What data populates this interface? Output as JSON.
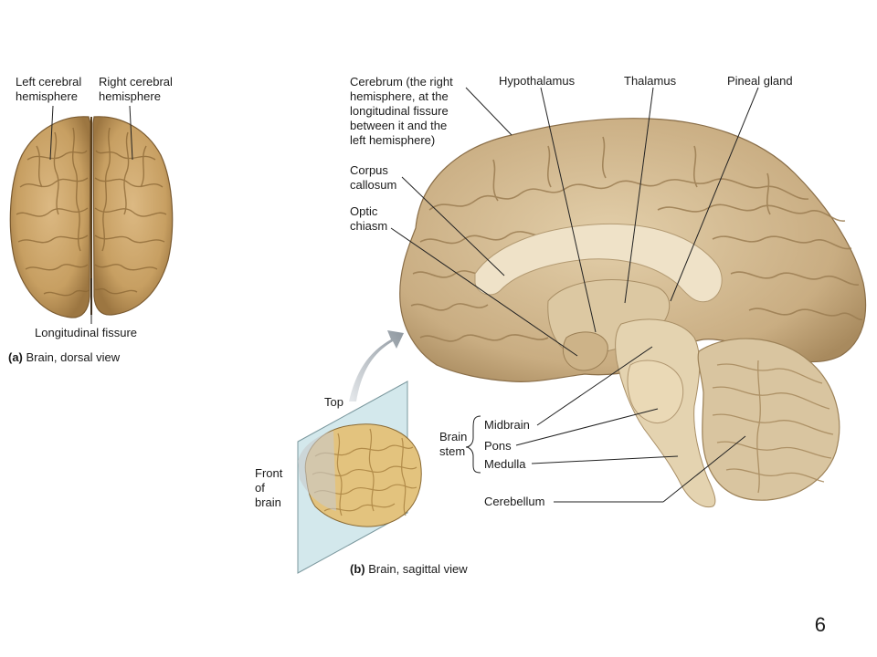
{
  "panel_a": {
    "labels": {
      "left_hemisphere": "Left cerebral\nhemisphere",
      "right_hemisphere": "Right cerebral\nhemisphere",
      "longitudinal_fissure": "Longitudinal fissure"
    },
    "caption_letter": "(a)",
    "caption_text": "Brain, dorsal view"
  },
  "panel_b": {
    "labels": {
      "cerebrum": "Cerebrum (the right\nhemisphere, at the\nlongitudinal fissure\nbetween it and the\nleft hemisphere)",
      "hypothalamus": "Hypothalamus",
      "thalamus": "Thalamus",
      "pineal_gland": "Pineal gland",
      "corpus_callosum": "Corpus\ncallosum",
      "optic_chiasm": "Optic\nchiasm",
      "top": "Top",
      "front_of_brain": "Front\nof\nbrain",
      "brain_stem": "Brain\nstem",
      "midbrain": "Midbrain",
      "pons": "Pons",
      "medulla": "Medulla",
      "cerebellum": "Cerebellum"
    },
    "caption_letter": "(b)",
    "caption_text": "Brain, sagittal view"
  },
  "page_number": "6",
  "colors": {
    "brain_tissue": "#c9a46f",
    "brain_dark": "#8a6a3c",
    "sagittal_tissue": "#d6c09a",
    "white_matter": "#eadcc0",
    "plane": "#cfe6ea",
    "arrow": "#9aa3aa"
  }
}
